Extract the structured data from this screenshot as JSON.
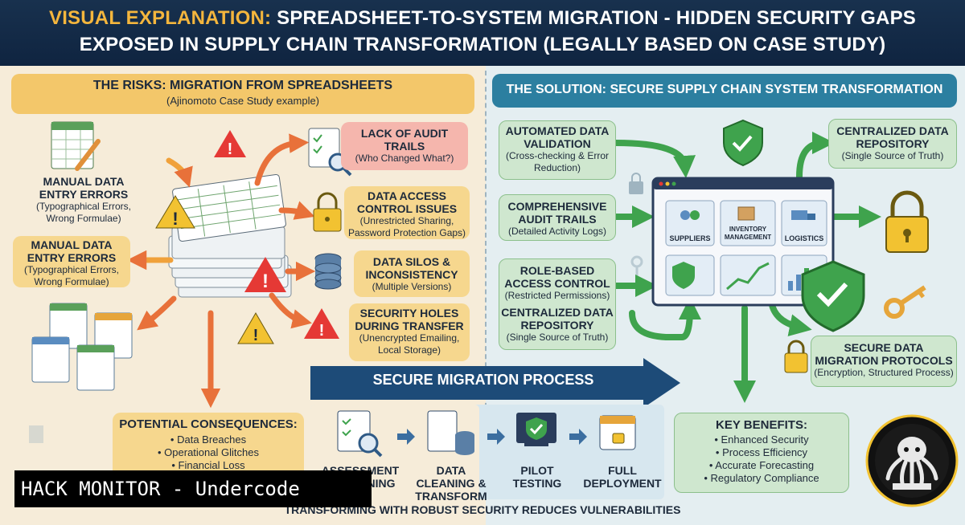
{
  "title": {
    "line1_accent": "VISUAL EXPLANATION:",
    "line1_rest": "SPREADSHEET-TO-SYSTEM MIGRATION - HIDDEN SECURITY GAPS",
    "line2": "EXPOSED IN SUPPLY CHAIN TRANSFORMATION (LEGALLY BASED ON CASE STUDY)"
  },
  "risks": {
    "heading": "THE RISKS: MIGRATION FROM SPREADSHEETS",
    "subheading": "(Ajinomoto Case Study example)",
    "manual1": {
      "title": "MANUAL DATA ENTRY ERRORS",
      "desc": "(Typographical Errors, Wrong Formulae)"
    },
    "manual2": {
      "title": "MANUAL DATA ENTRY ERRORS",
      "desc": "(Typographical Errors, Wrong Formulae)"
    },
    "audit": {
      "title": "LACK OF AUDIT TRAILS",
      "desc": "(Who Changed What?)"
    },
    "access": {
      "title": "DATA ACCESS CONTROL ISSUES",
      "desc": "(Unrestricted Sharing, Password Protection Gaps)"
    },
    "silos": {
      "title": "DATA SILOS & INCONSISTENCY",
      "desc": "(Multiple Versions)"
    },
    "holes": {
      "title": "SECURITY HOLES DURING TRANSFER",
      "desc": "(Unencrypted Emailing, Local Storage)"
    }
  },
  "consequences": {
    "heading": "POTENTIAL CONSEQUENCES:",
    "items": [
      "• Data Breaches",
      "• Operational Glitches",
      "• Financial Loss"
    ]
  },
  "solution": {
    "heading": "THE SOLUTION: SECURE SUPPLY CHAIN SYSTEM TRANSFORMATION",
    "validation": {
      "title": "AUTOMATED DATA VALIDATION",
      "desc": "(Cross-checking & Error Reduction)"
    },
    "audit": {
      "title": "COMPREHENSIVE AUDIT TRAILS",
      "desc": "(Detailed Activity Logs)"
    },
    "rbac": {
      "title": "ROLE-BASED ACCESS CONTROL",
      "desc": "(Restricted Permissions)"
    },
    "central_left": {
      "title": "CENTRALIZED DATA REPOSITORY",
      "desc": "(Single Source of Truth)"
    },
    "central_right": {
      "title": "CENTRALIZED DATA REPOSITORY",
      "desc": "(Single Source of Truth)"
    },
    "migration": {
      "title": "SECURE DATA MIGRATION PROTOCOLS",
      "desc": "(Encryption, Structured Process)"
    }
  },
  "dashboard": {
    "modules": [
      "SUPPLIERS",
      "INVENTORY MANAGEMENT",
      "LOGISTICS"
    ]
  },
  "process": {
    "label": "SECURE MIGRATION PROCESS",
    "steps": [
      "ASSESSMENT & PLANNING",
      "DATA CLEANING & TRANSFORM",
      "PILOT TESTING",
      "FULL DEPLOYMENT"
    ]
  },
  "benefits": {
    "heading": "KEY BENEFITS:",
    "items": [
      "• Enhanced Security",
      "• Process Efficiency",
      "• Accurate Forecasting",
      "• Regulatory Compliance"
    ]
  },
  "footer": "TRANSFORMING WITH ROBUST SECURITY REDUCES VULNERABILITIES",
  "watermark": "HACK MONITOR - Undercode",
  "colors": {
    "navy": "#0f2440",
    "amber": "#f6d78e",
    "pink": "#f5b6ad",
    "orange_arrow": "#e8713a",
    "green_arrow": "#3fa34d",
    "teal": "#2c7fa0",
    "warning": "#e53935"
  }
}
